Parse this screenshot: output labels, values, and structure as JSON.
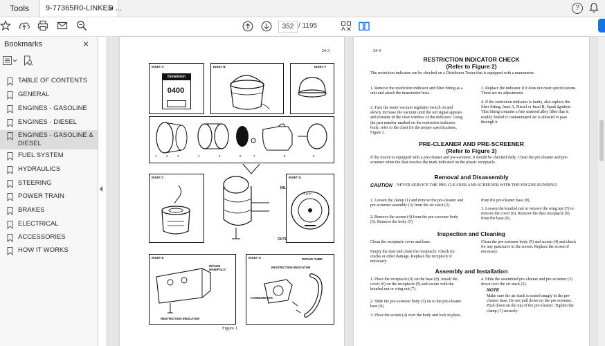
{
  "app": {
    "tools_tab": "Tools",
    "doc_tab_title": "9-77365R0-LINKED ...",
    "doc_tab_close": "×",
    "help": "?"
  },
  "toolbar": {
    "current_page": "352",
    "total_pages": "/  1195"
  },
  "sidebar": {
    "title": "Bookmarks",
    "close": "×",
    "items": [
      {
        "label": "TABLE OF CONTENTS"
      },
      {
        "label": "GENERAL"
      },
      {
        "label": "ENGINES - GASOLINE"
      },
      {
        "label": "ENGINES - DIESEL"
      },
      {
        "label": "ENGINES - GASOLINE & DIESEL"
      },
      {
        "label": "FUEL SYSTEM"
      },
      {
        "label": "HYDRAULICS"
      },
      {
        "label": "STEERING"
      },
      {
        "label": "POWER TRAIN"
      },
      {
        "label": "BRAKES"
      },
      {
        "label": "ELECTRICAL"
      },
      {
        "label": "ACCESSORIES"
      },
      {
        "label": "HOW IT WORKS"
      }
    ]
  },
  "left_page": {
    "page_number": "24-3",
    "insets": {
      "a": "INSET A",
      "b": "INSET B",
      "f": "INSET F",
      "c": "INSET C",
      "d": "INSET D",
      "e": "INSET E",
      "g": "INSET G"
    },
    "brand": "Donaldson",
    "brand_sub": "0400",
    "labels": {
      "inlet": "INLET",
      "outlet": "OUTLET",
      "top": "T O P",
      "intake_manifold": "INTAKE MANIFOLD",
      "restriction_indicator_e": "RESTRICTION INDICATOR",
      "intake_tube": "INTAKE TUBE",
      "restriction_indicator_g": "RESTRICTION INDICATOR",
      "carburetor": "CARBURETOR"
    },
    "callouts": [
      "1",
      "2",
      "3",
      "4",
      "5",
      "6",
      "7",
      "8",
      "9"
    ],
    "caption": "Figure 1"
  },
  "right_page": {
    "page_number": "24-4",
    "restriction": {
      "title": "RESTRICTION INDICATOR CHECK",
      "subtitle": "(Refer to Figure 2)",
      "intro": "The restriction indicator can be checked on a Distributor Tester that is equipped with a manometer.",
      "steps_left": [
        "1. Remove the restriction indicator and filter fitting as a unit and attach the manometer hose.",
        "2. Turn the tester vacuum regulator switch on and slowly increase the vacuum until the red signal appears and remains in the clear window of the indicator. Using the part number marked on the restriction indicator body, refer to the chart for the proper specifications, Figure 2."
      ],
      "steps_right": [
        "3. Replace the indicator if it does not meet specifications. There are no adjustments.",
        "4. If the restriction indicator is faulty, also replace the filter fitting, Inset A, Diesel or Inset B, Spark Ignition. This fitting contains a fine sintered alloy filter that is readily fouled if contaminated air is allowed to pass through it."
      ]
    },
    "precleaner": {
      "title": "PRE-CLEANER AND PRE-SCREENER",
      "subtitle": "(Refer to Figure 3)",
      "intro": "If the tractor is equipped with a pre-cleaner and pre-screener, it should be checked daily. Clean the pre-cleaner and pre-screener when the dust reaches the mark indicated on the plastic receptacle."
    },
    "removal": {
      "title": "Removal and Disassembly",
      "caution_label": "CAUTION",
      "caution_text": "NEVER SERVICE THE PRE-CLEANER AND SCREENER WITH THE ENGINE RUNNING!",
      "steps_left": [
        "1. Loosen the clamp (1) and remove the pre-cleaner and pre-screener assembly (3) from the air stack (2).",
        "2. Remove the screen (4) from the pre-screener body (5). Remove the body (5)"
      ],
      "steps_right": [
        "from the pre-cleaner base (8).",
        "3. Loosen the knurled nut or remove the wing nut (7) to remove the cover (6). Remove the dust receptacle (9) from the base (8)."
      ]
    },
    "inspection": {
      "title": "Inspection and Cleaning",
      "left": [
        "Clean the receptacle cover and base.",
        "Empty the dust and clean the receptacle. Check for cracks or other damage. Replace the receptacle if necessary."
      ],
      "right": "Clean the pre-screener body (5) and screen (4) and check for any punctures in the screen. Replace the screen if necessary."
    },
    "assembly": {
      "title": "Assembly and Installation",
      "steps_left": [
        "1. Place the receptacle (9) on the base (8). Install the cover (6) on the receptacle (9) and secure with the knurled nut or wing nut (7).",
        "2. Slide the pre-screener body (5) on to the pre-cleaner base (8).",
        "3. Place the screen (4) over the body and lock in place."
      ],
      "step4": "4. Slide the assembled pre-cleaner and pre-screener (3) down over the air stack (2).",
      "note_label": "NOTE",
      "note_text": "Make sure the air stack is seated snugly in the pre-cleaner base. Do not pull down on the pre-screener. Push down on the top of the pre-cleaner. Tighten the clamp (1) securely."
    }
  }
}
